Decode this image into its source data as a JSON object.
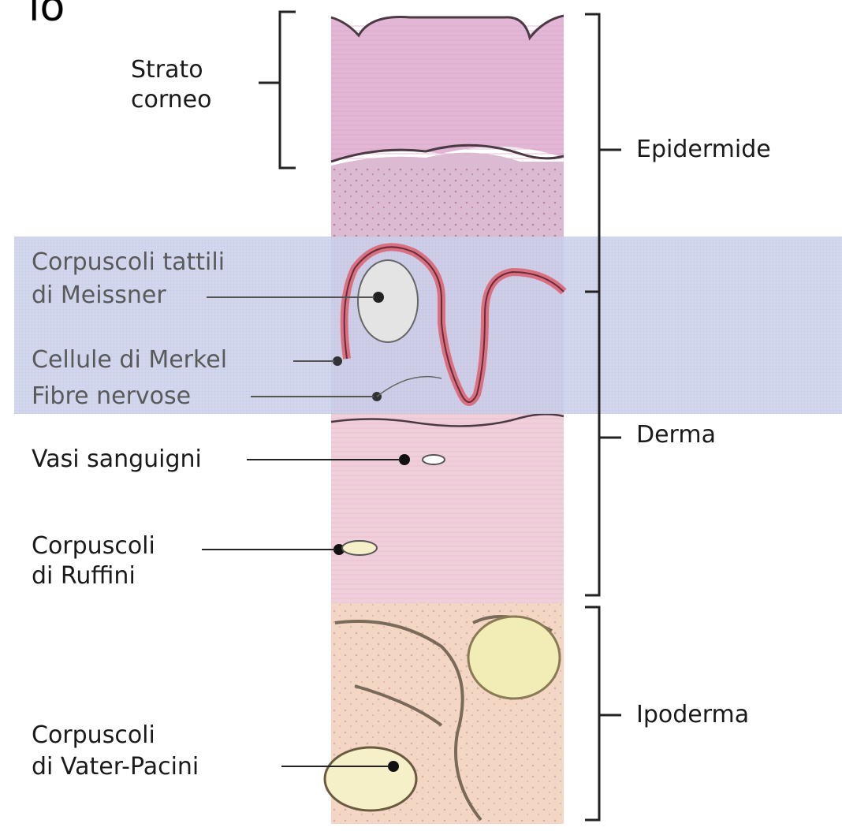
{
  "corner_text": "lo",
  "labels": {
    "strato_corneo": [
      "Strato",
      "corneo"
    ],
    "meissner": [
      "Corpuscoli tattili",
      "di Meissner"
    ],
    "merkel": "Cellule di Merkel",
    "fibre": "Fibre nervose",
    "vasi": "Vasi sanguigni",
    "ruffini": [
      "Corpuscoli",
      "di Ruffini"
    ],
    "pacini": [
      "Corpuscoli",
      "di Vater-Pacini"
    ]
  },
  "layers": {
    "epidermide": "Epidermide",
    "derma": "Derma",
    "ipoderma": "Ipoderma"
  },
  "colors": {
    "epidermis": "#e7c4dd",
    "dermis": "#f1cfda",
    "hypodermis": "#f3d7c4",
    "fat_lobule": "#f2ecb6",
    "highlight_band": "#c8cde8",
    "papilla_line": "#d9707f"
  }
}
